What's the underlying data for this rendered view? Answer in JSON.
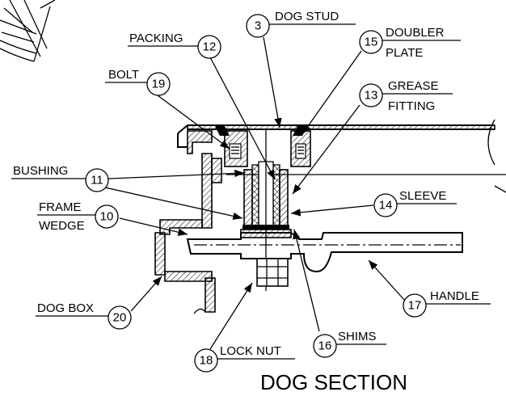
{
  "title": "DOG SECTION",
  "callouts": [
    {
      "number": "3",
      "label": "DOG STUD"
    },
    {
      "number": "12",
      "label": "PACKING"
    },
    {
      "number": "15",
      "label": "DOUBLER",
      "label2": "PLATE"
    },
    {
      "number": "19",
      "label": "BOLT"
    },
    {
      "number": "13",
      "label": "GREASE",
      "label2": "FITTING"
    },
    {
      "number": "11",
      "label": "BUSHING"
    },
    {
      "number": "14",
      "label": "SLEEVE"
    },
    {
      "number": "10",
      "label": "FRAME",
      "label2": "WEDGE"
    },
    {
      "number": "20",
      "label": "DOG BOX"
    },
    {
      "number": "17",
      "label": "HANDLE"
    },
    {
      "number": "16",
      "label": "SHIMS"
    },
    {
      "number": "18",
      "label": "LOCK NUT"
    }
  ]
}
